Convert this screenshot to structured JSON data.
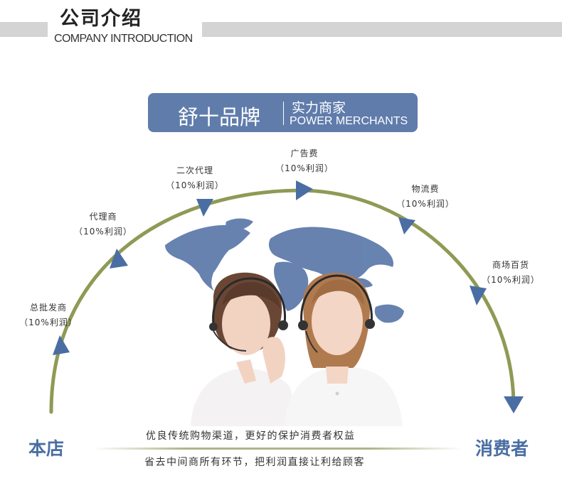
{
  "header": {
    "title": "公司介绍",
    "subtitle": "COMPANY INTRODUCTION"
  },
  "brand": {
    "name": "舒十品牌",
    "tag_cn": "实力商家",
    "tag_en": "POWER MERCHANTS"
  },
  "stages": [
    {
      "name": "总批发商",
      "margin": "（10%利润）"
    },
    {
      "name": "代理商",
      "margin": "（10%利润）"
    },
    {
      "name": "二次代理",
      "margin": "（10%利润）"
    },
    {
      "name": "广告费",
      "margin": "（10%利润）"
    },
    {
      "name": "物流费",
      "margin": "（10%利润）"
    },
    {
      "name": "商场百货",
      "margin": "（10%利润）"
    }
  ],
  "bottom": {
    "store": "本店",
    "consumer": "消费者",
    "slogan_1": "优良传统购物渠道，更好的保护消费者权益",
    "slogan_2": "省去中间商所有环节，把利润直接让利给顾客"
  },
  "colors": {
    "accent_blue": "#5f7cab",
    "arc_green": "#8f9a55",
    "label_blue": "#4a6ea3",
    "header_gray": "#d4d4d4"
  },
  "icons": [
    "world-map-icon",
    "arrow-icon",
    "customer-service-agents-photo"
  ]
}
